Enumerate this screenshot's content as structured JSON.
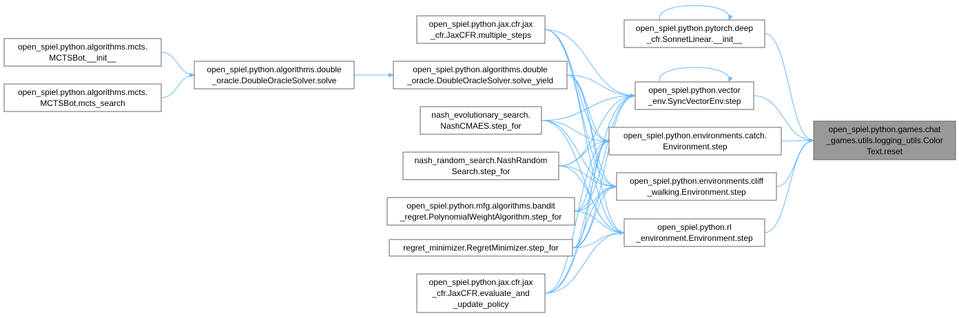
{
  "nodes": {
    "mcts_init": [
      "open_spiel.python.algorithms.mcts.",
      "MCTSBot.__init__"
    ],
    "mcts_search": [
      "open_spiel.python.algorithms.mcts.",
      "MCTSBot.mcts_search"
    ],
    "do_solve": [
      "open_spiel.python.algorithms.double",
      "_oracle.DoubleOracleSolver.solve"
    ],
    "do_solve_yield": [
      "open_spiel.python.algorithms.double",
      "_oracle.DoubleOracleSolver.solve_yield"
    ],
    "jax_multi": [
      "open_spiel.python.jax.cfr.jax",
      "_cfr.JaxCFR.multiple_steps"
    ],
    "nash_evo": [
      "nash_evolutionary_search.",
      "NashCMAES.step_for"
    ],
    "nash_random": [
      "nash_random_search.NashRandom",
      "Search.step_for"
    ],
    "mfg_bandit": [
      "open_spiel.python.mfg.algorithms.bandit",
      "_regret.PolynomialWeightAlgorithm.step_for"
    ],
    "regret_min": [
      "regret_minimizer.RegretMinimizer.step_for"
    ],
    "jax_eval": [
      "open_spiel.python.jax.cfr.jax",
      "_cfr.JaxCFR.evaluate_and",
      "_update_policy"
    ],
    "pytorch_sonnet": [
      "open_spiel.python.pytorch.deep",
      "_cfr.SonnetLinear.__init__"
    ],
    "sync_vector": [
      "open_spiel.python.vector",
      "_env.SyncVectorEnv.step"
    ],
    "catch_env": [
      "open_spiel.python.environments.catch.",
      "Environment.step"
    ],
    "cliff_env": [
      "open_spiel.python.environments.cliff",
      "_walking.Environment.step"
    ],
    "rl_env": [
      "open_spiel.python.rl",
      "_environment.Environment.step"
    ],
    "color_reset": [
      "open_spiel.python.games.chat",
      "_games.utils.logging_utils.Color",
      "Text.reset"
    ]
  },
  "edges": [
    [
      "mcts_init",
      "do_solve"
    ],
    [
      "mcts_search",
      "do_solve"
    ],
    [
      "do_solve",
      "do_solve_yield"
    ],
    [
      "pytorch_sonnet",
      "color_reset"
    ],
    [
      "sync_vector",
      "color_reset"
    ],
    [
      "catch_env",
      "color_reset"
    ],
    [
      "cliff_env",
      "color_reset"
    ],
    [
      "rl_env",
      "color_reset"
    ],
    [
      "jax_multi",
      "sync_vector"
    ],
    [
      "jax_multi",
      "catch_env"
    ],
    [
      "jax_multi",
      "cliff_env"
    ],
    [
      "jax_multi",
      "rl_env"
    ],
    [
      "do_solve_yield",
      "sync_vector"
    ],
    [
      "do_solve_yield",
      "catch_env"
    ],
    [
      "do_solve_yield",
      "cliff_env"
    ],
    [
      "do_solve_yield",
      "rl_env"
    ],
    [
      "nash_evo",
      "sync_vector"
    ],
    [
      "nash_evo",
      "catch_env"
    ],
    [
      "nash_evo",
      "cliff_env"
    ],
    [
      "nash_evo",
      "rl_env"
    ],
    [
      "nash_random",
      "sync_vector"
    ],
    [
      "nash_random",
      "catch_env"
    ],
    [
      "nash_random",
      "cliff_env"
    ],
    [
      "nash_random",
      "rl_env"
    ],
    [
      "mfg_bandit",
      "sync_vector"
    ],
    [
      "mfg_bandit",
      "catch_env"
    ],
    [
      "mfg_bandit",
      "cliff_env"
    ],
    [
      "mfg_bandit",
      "rl_env"
    ],
    [
      "regret_min",
      "sync_vector"
    ],
    [
      "regret_min",
      "catch_env"
    ],
    [
      "regret_min",
      "cliff_env"
    ],
    [
      "regret_min",
      "rl_env"
    ],
    [
      "jax_eval",
      "sync_vector"
    ],
    [
      "jax_eval",
      "catch_env"
    ],
    [
      "jax_eval",
      "cliff_env"
    ],
    [
      "jax_eval",
      "rl_env"
    ]
  ],
  "self_loops": [
    "pytorch_sonnet",
    "sync_vector"
  ],
  "target": "color_reset",
  "colors": {
    "edge": "#63b8ff",
    "node_border": "#666666",
    "target_fill": "#999999"
  }
}
